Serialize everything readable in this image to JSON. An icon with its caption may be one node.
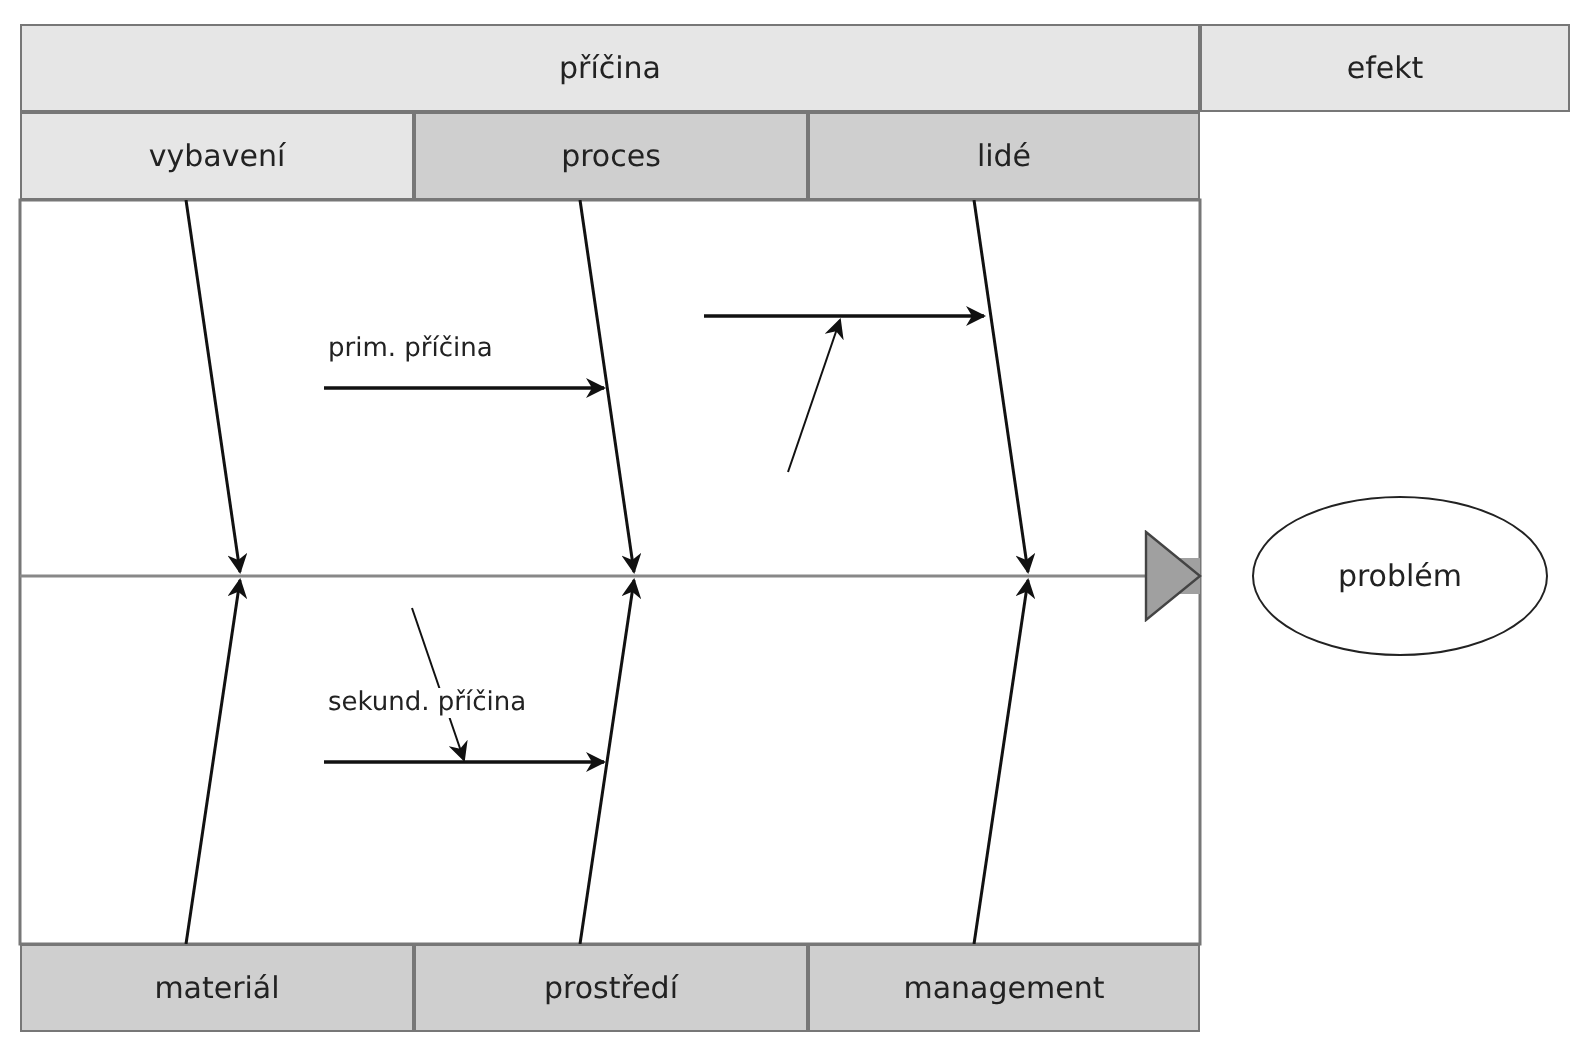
{
  "diagram": {
    "nodes": [
      {
        "text": [
          "příčina"
        ]
      },
      {
        "text": [
          "efekt"
        ]
      },
      {
        "text": [
          "vybavení"
        ]
      },
      {
        "text": [
          "proces"
        ]
      },
      {
        "text": [
          "lidé"
        ]
      },
      {
        "text": [
          "materiál"
        ]
      },
      {
        "text": [
          "prostředí"
        ]
      },
      {
        "text": [
          "management"
        ]
      },
      {
        "text": [
          "problém"
        ]
      }
    ],
    "edges": [
      {
        "from": 2,
        "to": null,
        "arrow": "to"
      },
      {
        "from": 3,
        "to": null,
        "arrow": "to"
      },
      {
        "from": 4,
        "to": null,
        "arrow": "to"
      },
      {
        "from": 5,
        "to": null,
        "arrow": "to"
      },
      {
        "from": 6,
        "to": null,
        "arrow": "to"
      },
      {
        "from": 7,
        "to": null,
        "arrow": "to"
      },
      {
        "from": null,
        "to": 8,
        "arrow": "to",
        "style": "thick",
        "color": "#a0a0a0"
      }
    ],
    "labels": [
      "prim. příčina",
      "sekund. příčina"
    ]
  }
}
